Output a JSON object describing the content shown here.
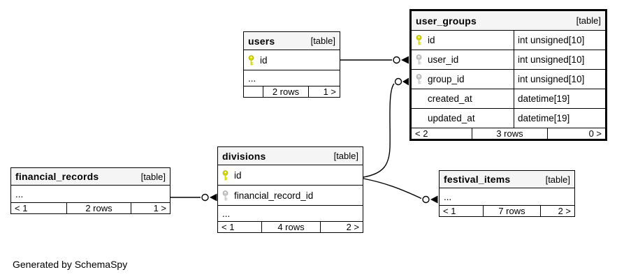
{
  "footer_note": "Generated by SchemaSpy",
  "colors": {
    "primary_key": "#d9d900",
    "primary_key_stroke": "#a8a800",
    "foreign_key": "#cccccc",
    "foreign_key_stroke": "#9e9e9e",
    "header_bg": "#f5f5f5",
    "border": "#000000"
  },
  "tables": {
    "users": {
      "name": "users",
      "tag": "[table]",
      "columns": [
        {
          "name": "id",
          "key": "primary"
        },
        {
          "name": "...",
          "key": "none"
        }
      ],
      "footer": {
        "left": "",
        "center": "2 rows",
        "right": "1 >"
      }
    },
    "user_groups": {
      "name": "user_groups",
      "tag": "[table]",
      "columns": [
        {
          "name": "id",
          "type": "int unsigned[10]",
          "key": "primary"
        },
        {
          "name": "user_id",
          "type": "int unsigned[10]",
          "key": "foreign"
        },
        {
          "name": "group_id",
          "type": "int unsigned[10]",
          "key": "foreign"
        },
        {
          "name": "created_at",
          "type": "datetime[19]",
          "key": "none"
        },
        {
          "name": "updated_at",
          "type": "datetime[19]",
          "key": "none"
        }
      ],
      "footer": {
        "left": "< 2",
        "center": "3 rows",
        "right": "0 >"
      }
    },
    "divisions": {
      "name": "divisions",
      "tag": "[table]",
      "columns": [
        {
          "name": "id",
          "key": "primary"
        },
        {
          "name": "financial_record_id",
          "key": "foreign"
        },
        {
          "name": "...",
          "key": "none"
        }
      ],
      "footer": {
        "left": "< 1",
        "center": "4 rows",
        "right": "2 >"
      }
    },
    "financial_records": {
      "name": "financial_records",
      "tag": "[table]",
      "columns": [
        {
          "name": "...",
          "key": "none"
        }
      ],
      "footer": {
        "left": "< 1",
        "center": "2 rows",
        "right": "1 >"
      }
    },
    "festival_items": {
      "name": "festival_items",
      "tag": "[table]",
      "columns": [
        {
          "name": "...",
          "key": "none"
        }
      ],
      "footer": {
        "left": "< 1",
        "center": "7 rows",
        "right": "2 >"
      }
    }
  },
  "relations": [
    {
      "from": "users.id",
      "to": "user_groups.user_id"
    },
    {
      "from": "divisions.id",
      "to": "user_groups.group_id"
    },
    {
      "from": "divisions.id",
      "to": "festival_items"
    },
    {
      "from": "financial_records",
      "to": "divisions.financial_record_id"
    }
  ]
}
